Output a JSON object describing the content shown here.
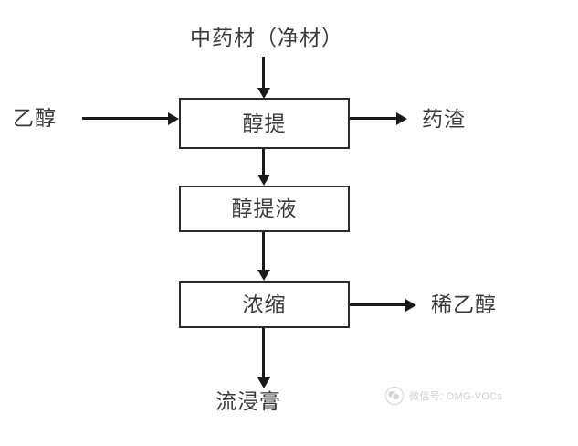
{
  "diagram": {
    "type": "process-flowchart",
    "title_label": "中药材（净材）",
    "inputs": [
      {
        "id": "feedstock",
        "label": "中药材（净材）",
        "direction": "down-into-extraction"
      },
      {
        "id": "ethanol",
        "label": "乙醇",
        "direction": "right-into-extraction"
      }
    ],
    "steps": [
      {
        "id": "alcohol-extraction",
        "label": "醇提"
      },
      {
        "id": "alcohol-extract-liquid",
        "label": "醇提液"
      },
      {
        "id": "concentration",
        "label": "浓缩"
      }
    ],
    "outputs": [
      {
        "id": "drug-residue",
        "label": "药渣",
        "from": "alcohol-extraction",
        "direction": "right"
      },
      {
        "id": "dilute-ethanol",
        "label": "稀乙醇",
        "from": "concentration",
        "direction": "right"
      },
      {
        "id": "fluid-extract",
        "label": "流浸膏",
        "from": "concentration",
        "direction": "down"
      }
    ],
    "colors": {
      "stroke": "#1a1a1a",
      "box_border": "#2b2b2b",
      "text": "#3a3a3a",
      "background": "#ffffff",
      "watermark_text": "#8c8c8c"
    }
  },
  "watermark": {
    "logo_name": "wechat-logo-icon",
    "text": "微信号: OMG-VOCs"
  }
}
